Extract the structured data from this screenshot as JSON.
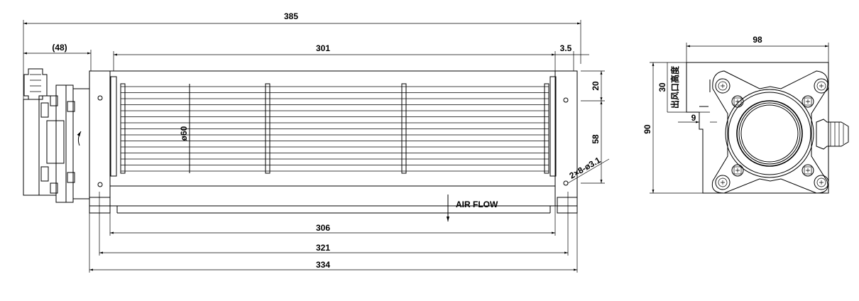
{
  "front_view": {
    "dims": {
      "overall": "385",
      "motor": "(48)",
      "rotor": "301",
      "offset": "3.5",
      "top_hole": "20",
      "hole_spacing": "58",
      "diameter": "ø60",
      "holes": "2×8-ø3.1",
      "bottom_306": "306",
      "bottom_321": "321",
      "bottom_334": "334"
    },
    "airflow_label": "AIR FLOW"
  },
  "side_view": {
    "dims": {
      "width": "98",
      "height": "90",
      "outlet_height": "30",
      "outlet_offset": "9"
    },
    "outlet_label": "出风口高度"
  }
}
